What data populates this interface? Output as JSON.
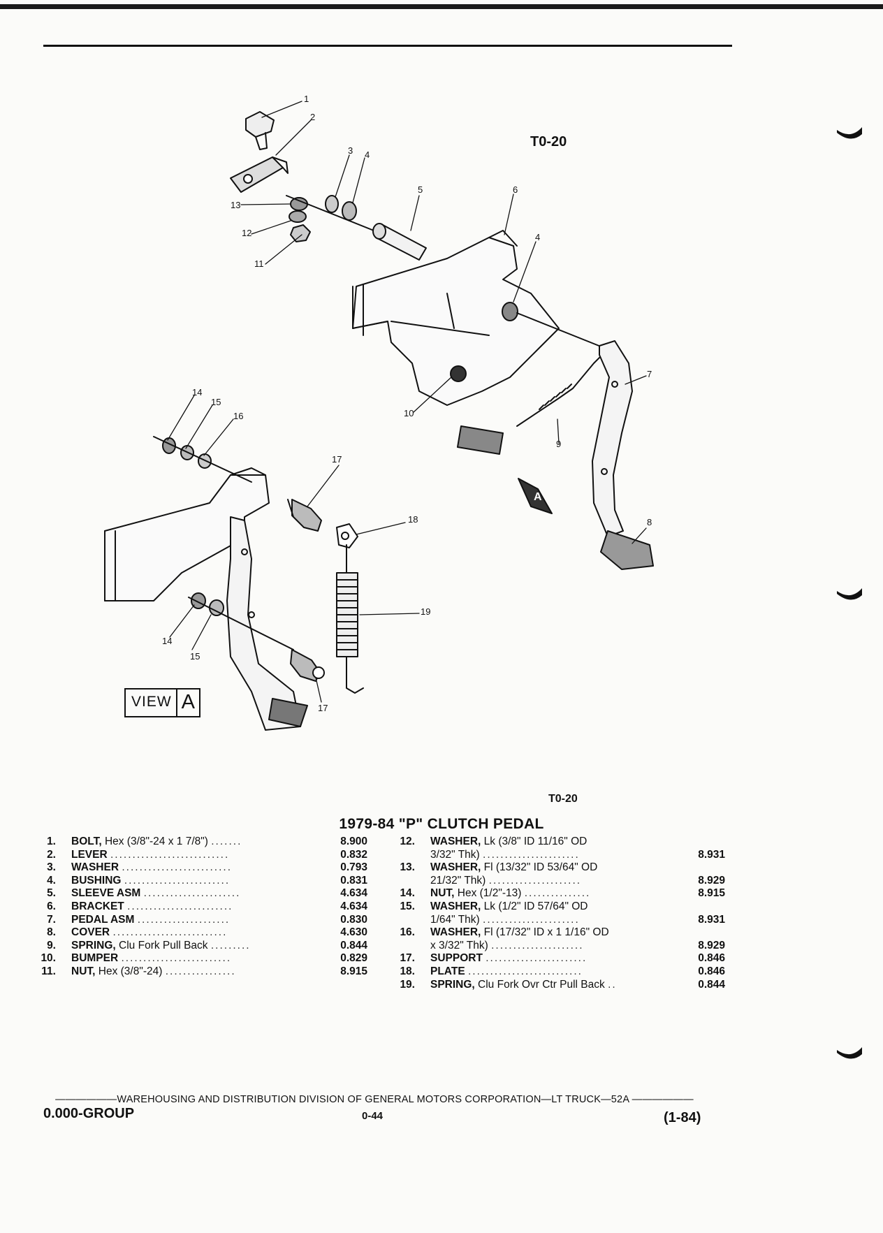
{
  "page": {
    "ref_code_top": "T0-20",
    "ref_code_bottom": "T0-20",
    "view_label": "VIEW",
    "view_letter": "A",
    "title": "1979-84 \"P\" CLUTCH PEDAL",
    "callouts": [
      "1",
      "2",
      "3",
      "4",
      "5",
      "6",
      "4",
      "7",
      "8",
      "9",
      "10",
      "11",
      "12",
      "13",
      "14",
      "15",
      "16",
      "17",
      "18",
      "19",
      "14",
      "15",
      "17"
    ]
  },
  "parts_left": [
    {
      "num": "1.",
      "name": "BOLT,",
      "spec": "Hex (3/8\"-24 x 1 7/8\")",
      "dots": ".......",
      "pn": "8.900"
    },
    {
      "num": "2.",
      "name": "LEVER",
      "spec": "",
      "dots": "...........................",
      "pn": "0.832"
    },
    {
      "num": "3.",
      "name": "WASHER",
      "spec": "",
      "dots": ".........................",
      "pn": "0.793"
    },
    {
      "num": "4.",
      "name": "BUSHING",
      "spec": "",
      "dots": "........................",
      "pn": "0.831"
    },
    {
      "num": "5.",
      "name": "SLEEVE ASM",
      "spec": "",
      "dots": "......................",
      "pn": "4.634"
    },
    {
      "num": "6.",
      "name": "BRACKET",
      "spec": "",
      "dots": "........................",
      "pn": "4.634"
    },
    {
      "num": "7.",
      "name": "PEDAL ASM",
      "spec": "",
      "dots": ".....................",
      "pn": "0.830"
    },
    {
      "num": "8.",
      "name": "COVER",
      "spec": "",
      "dots": "..........................",
      "pn": "4.630"
    },
    {
      "num": "9.",
      "name": "SPRING,",
      "spec": "Clu Fork Pull Back",
      "dots": ".........",
      "pn": "0.844"
    },
    {
      "num": "10.",
      "name": "BUMPER",
      "spec": "",
      "dots": ".........................",
      "pn": "0.829"
    },
    {
      "num": "11.",
      "name": "NUT,",
      "spec": "Hex (3/8\"-24)",
      "dots": "................",
      "pn": "8.915"
    }
  ],
  "parts_right": [
    {
      "num": "12.",
      "name": "WASHER,",
      "spec": "Lk (3/8\" ID 11/16\" OD",
      "line2": "3/32\" Thk)",
      "dots": "......................",
      "pn": "8.931"
    },
    {
      "num": "13.",
      "name": "WASHER,",
      "spec": "Fl (13/32\" ID 53/64\" OD",
      "line2": "21/32\" Thk)",
      "dots": ".....................",
      "pn": "8.929"
    },
    {
      "num": "14.",
      "name": "NUT,",
      "spec": "Hex (1/2\"-13)",
      "line2": "",
      "dots": "...............",
      "pn": "8.915"
    },
    {
      "num": "15.",
      "name": "WASHER,",
      "spec": "Lk (1/2\" ID 57/64\" OD",
      "line2": "1/64\" Thk)",
      "dots": "......................",
      "pn": "8.931"
    },
    {
      "num": "16.",
      "name": "WASHER,",
      "spec": "Fl (17/32\" ID x 1 1/16\" OD",
      "line2": "x 3/32\" Thk)",
      "dots": ".....................",
      "pn": "8.929"
    },
    {
      "num": "17.",
      "name": "SUPPORT",
      "spec": "",
      "line2": "",
      "dots": ".......................",
      "pn": "0.846"
    },
    {
      "num": "18.",
      "name": "PLATE",
      "spec": "",
      "line2": "",
      "dots": "..........................",
      "pn": "0.846"
    },
    {
      "num": "19.",
      "name": "SPRING,",
      "spec": "Clu Fork Ovr Ctr Pull Back",
      "line2": "",
      "dots": "..",
      "pn": "0.844"
    }
  ],
  "footer": {
    "line": "——————WAREHOUSING AND DISTRIBUTION  DIVISION OF GENERAL MOTORS CORPORATION—LT TRUCK—52A  ——————",
    "group": "0.000-GROUP",
    "page_num": "0-44",
    "date": "(1-84)"
  }
}
